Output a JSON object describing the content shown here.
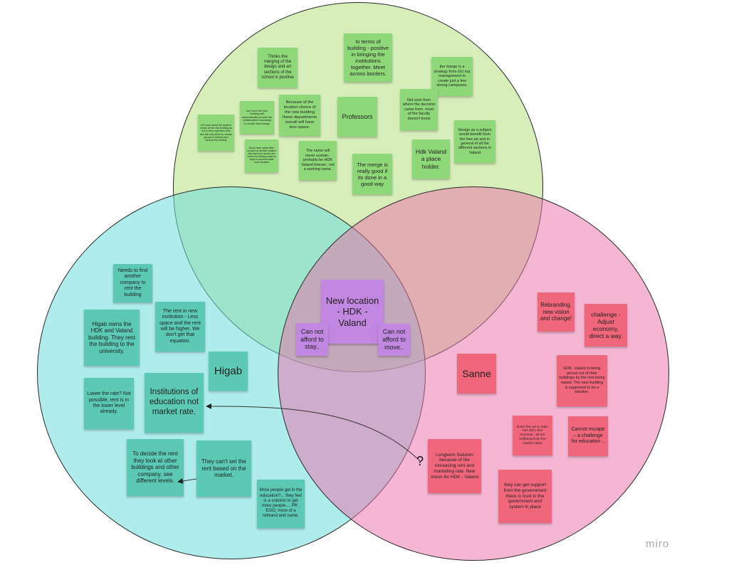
{
  "board": {
    "circles": {
      "top_color": "#d3ebad",
      "left_color": "#8ee3e3",
      "right_color": "#f19ac3"
    },
    "question_mark": "?",
    "logo": "miro"
  },
  "stickies": {
    "green": [
      "Thinks the merging of the design and art sections of the school is positive",
      "In terms of building - positive in bringing the institutions together. Meet across borders.",
      "the merge is a strategy from GU top management to create just a few strong campuses.",
      "Isn't sure the new building will automatically provide the collaboration necessary to create real change",
      "Because of the location choice of the new building these departments overall will have less space.",
      "Professors",
      "Not sure from where the decision came from. most of the faculty doesn't know",
      "Isn't sure about the location choice of the new building as it is a very expensive area and still only allow for certain groups to interact and access the building",
      "Would have rather fallen focused on another location that had more access and where the building could be larger to accommodate more students",
      "The name will never sustain.. probably be HDK Valand forever.. not a working name.",
      "The merge is really good if its done in a good way",
      "Hdk Valand a place holder.",
      "Design as a subject would benefit from the free art and in general of all the different sections in Valand"
    ],
    "purple": [
      "New location - HDK - Valand",
      "Can not afford to stay..",
      "Can not afford to move.."
    ],
    "teal": [
      "Needs to find another company to rent the building",
      "Higab owns the HDK and Valand building. They rent the building to the university.",
      "The rent in new institution - Less space and the rent will be higher. We don't get that equation.",
      "Higab",
      "Lower the rate? Not possible, rent is in the lower level already.",
      "Institutions of education not market rate.",
      "To decide the rent they look at other buildings and other company, see different levels.",
      "They can't set the rent based on the market.",
      "More people get in the education?... they feel is a solution to get more people.... PR , EGO, more of a rebrand and name."
    ],
    "red": [
      "Rebranding, new vision and change!",
      "challenge - Adjust economy, direct a way.",
      "Sanne",
      "HDK- Valand is being priced out of their buildings by the rent being raised. The new building is supposed to be a solution.",
      "Even fine art in Valin has 20% rent increase.. all are suffering from the market value",
      "Cannot escape – a challenge for education ..",
      "Longterm Solution because of the increasing rent and marketing rate. New vision for HDK - Valand",
      "they can get support from the government there is trust in the government and system in place"
    ]
  }
}
